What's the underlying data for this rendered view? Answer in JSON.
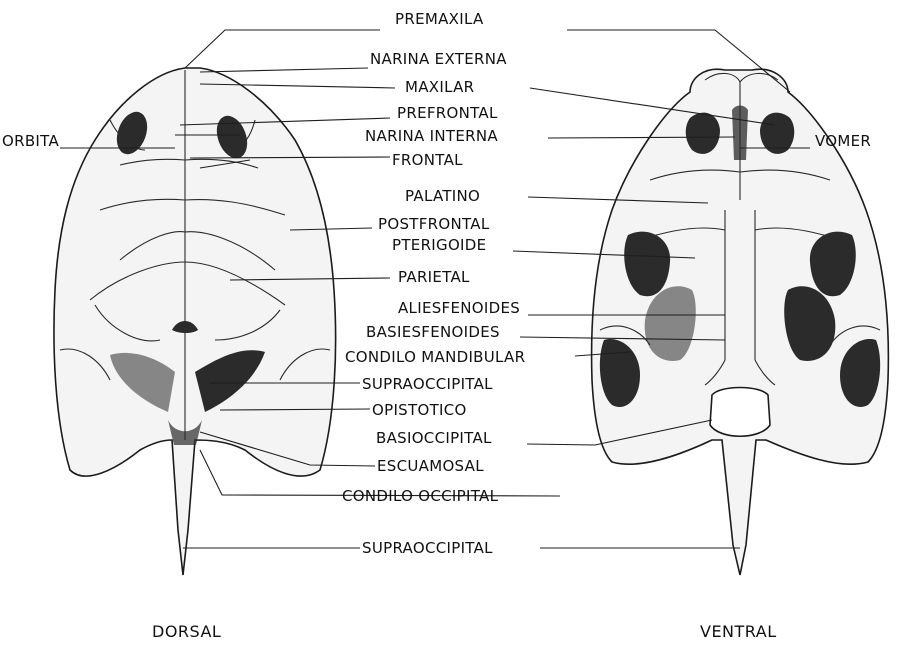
{
  "labels": {
    "premaxila": "PREMAXILA",
    "narina_externa": "NARINA EXTERNA",
    "maxilar": "MAXILAR",
    "prefrontal": "PREFRONTAL",
    "narina_interna": "NARINA INTERNA",
    "frontal": "FRONTAL",
    "palatino": "PALATINO",
    "postfrontal": "POSTFRONTAL",
    "pterigoide": "PTERIGOIDE",
    "parietal": "PARIETAL",
    "aliesfenoides": "ALIESFENOIDES",
    "basiesfenoides": "BASIESFENOIDES",
    "condilo_mandibular": "CONDILO MANDIBULAR",
    "supraoccipital_1": "SUPRAOCCIPITAL",
    "opistotico": "OPISTOTICO",
    "basioccipital": "BASIOCCIPITAL",
    "escuamosal": "ESCUAMOSAL",
    "condilo_occipital": "CONDILO OCCIPITAL",
    "supraoccipital_2": "SUPRAOCCIPITAL",
    "orbita": "ORBITA",
    "vomer": "VOMER"
  },
  "views": {
    "dorsal": "DORSAL",
    "ventral": "VENTRAL"
  }
}
